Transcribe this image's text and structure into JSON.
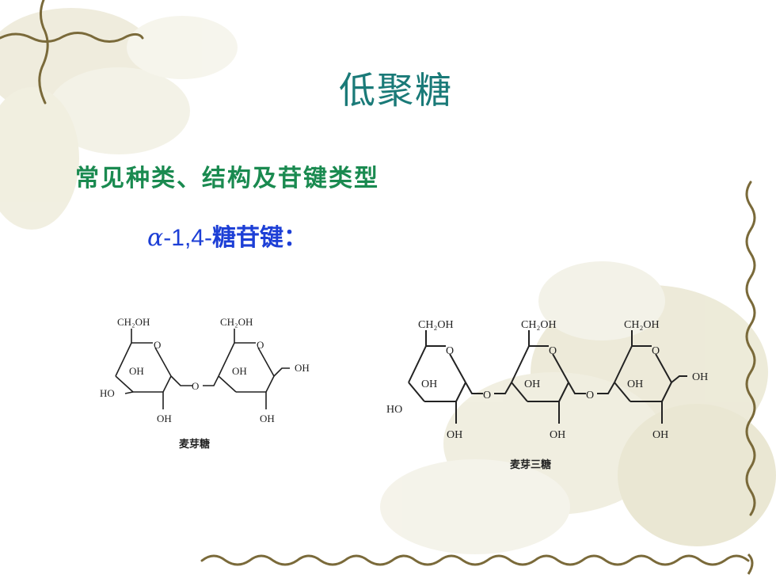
{
  "slide": {
    "title": "低聚糖",
    "subtitle": "常见种类、结构及苷键类型",
    "bond_alpha": "α",
    "bond_number": "-1,4-",
    "bond_text": "糖苷键："
  },
  "figures": {
    "maltose": {
      "caption": "麦芽糖",
      "ring_labels": [
        "CH₂OH",
        "O",
        "OH",
        "HO",
        "OH"
      ],
      "linker": "O",
      "terminal": "OH"
    },
    "maltotriose": {
      "caption": "麦芽三糖",
      "ring_labels": [
        "CH₂OH",
        "O",
        "OH",
        "HO",
        "OH"
      ],
      "linker": "O",
      "terminal": "OH"
    }
  },
  "colors": {
    "title": "#1a7a78",
    "subtitle": "#1a8a50",
    "bond": "#1d3fd6",
    "vine": "#7a6a3a",
    "foliage": "#d9d4b0"
  }
}
